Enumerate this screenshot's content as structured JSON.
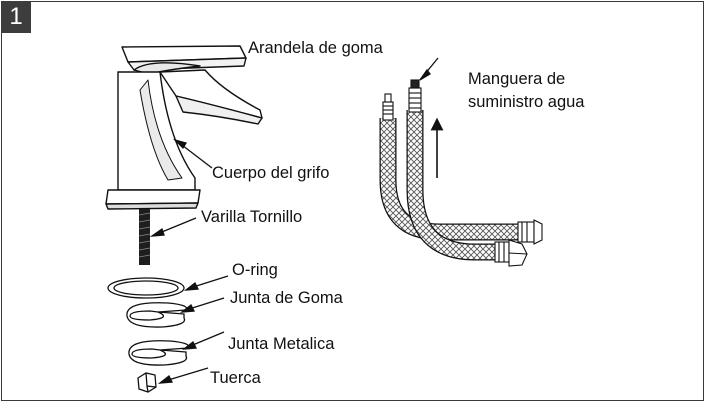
{
  "step_number": "1",
  "labels": {
    "rubber_washer": "Arandela de goma",
    "supply_hose_line1": "Manguera de",
    "supply_hose_line2": "suministro agua",
    "faucet_body": "Cuerpo del grifo",
    "threaded_rod": "Varilla Tornillo",
    "o_ring": "O-ring",
    "rubber_gasket": "Junta de Goma",
    "metal_gasket": "Junta Metalica",
    "nut": "Tuerca"
  }
}
